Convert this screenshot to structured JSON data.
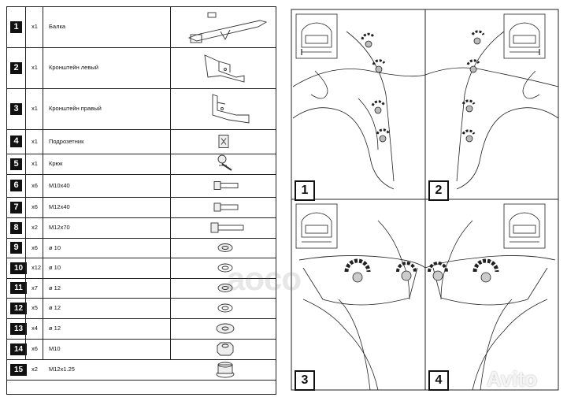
{
  "parts": [
    {
      "num": "1",
      "qty": "x1",
      "name": "Балка",
      "icon": "beam-icon"
    },
    {
      "num": "2",
      "qty": "x1",
      "name": "Кронштейн левый",
      "icon": "bracket-left-icon"
    },
    {
      "num": "3",
      "qty": "x1",
      "name": "Кронштейн правый",
      "icon": "bracket-right-icon"
    },
    {
      "num": "4",
      "qty": "x1",
      "name": "Подрозетник",
      "icon": "socket-holder-icon"
    },
    {
      "num": "5",
      "qty": "x1",
      "name": "Крюк",
      "icon": "hook-icon"
    },
    {
      "num": "6",
      "qty": "x6",
      "name": "M10x40",
      "icon": "bolt-icon"
    },
    {
      "num": "7",
      "qty": "x6",
      "name": "M12x40",
      "icon": "bolt-icon"
    },
    {
      "num": "8",
      "qty": "x2",
      "name": "M12x70",
      "icon": "bolt-long-icon"
    },
    {
      "num": "9",
      "qty": "x6",
      "name": "ø 10",
      "icon": "spring-washer-icon"
    },
    {
      "num": "10",
      "qty": "x12",
      "name": "ø 10",
      "icon": "flat-washer-icon"
    },
    {
      "num": "11",
      "qty": "x7",
      "name": "ø 12",
      "icon": "spring-washer-icon"
    },
    {
      "num": "12",
      "qty": "x5",
      "name": "ø 12",
      "icon": "flat-washer-icon"
    },
    {
      "num": "13",
      "qty": "x4",
      "name": "ø 12",
      "icon": "large-washer-icon"
    },
    {
      "num": "14",
      "qty": "x6",
      "name": "M10",
      "icon": "nut-icon"
    },
    {
      "num": "15",
      "qty": "x2",
      "name": "M12x1.25",
      "icon": "flange-nut-icon"
    }
  ],
  "steps": [
    {
      "num": "1",
      "icon": "car-rear-underbody-left-icon"
    },
    {
      "num": "2",
      "icon": "car-rear-underbody-right-icon"
    },
    {
      "num": "3",
      "icon": "bracket-mount-left-icon"
    },
    {
      "num": "4",
      "icon": "bracket-mount-right-icon"
    }
  ],
  "watermarks": {
    "left": "aoco",
    "right": "Avito"
  }
}
